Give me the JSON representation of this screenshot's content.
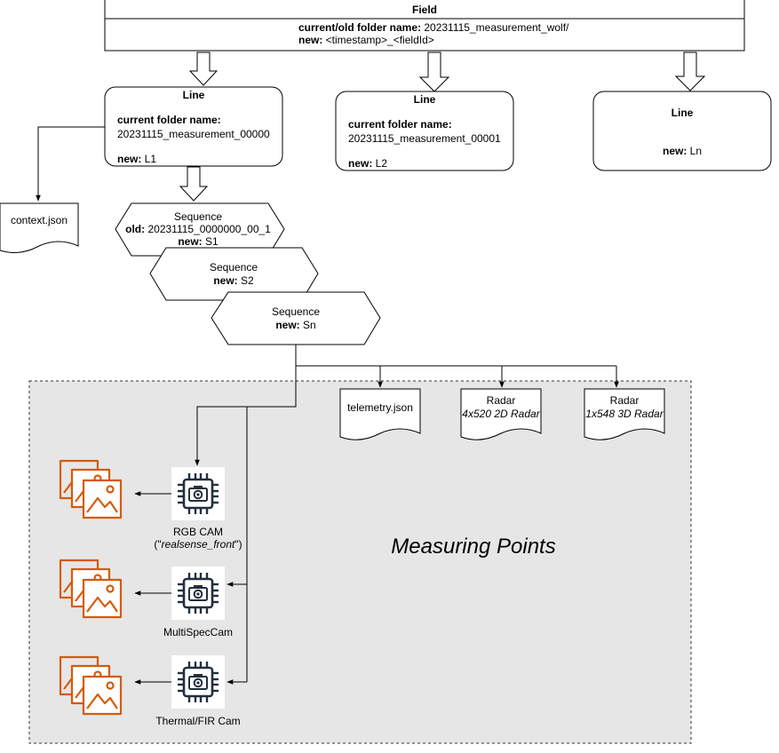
{
  "field": {
    "title": "Field",
    "old_label": "current/old folder name:",
    "old_value": " 20231115_measurement_wolf/",
    "new_label": "new:",
    "new_value": " <timestamp>_<fieldId>"
  },
  "lines": [
    {
      "title": "Line",
      "current_label": "current folder name:",
      "current_value": "20231115_measurement_00000",
      "new_label": "new:",
      "new_value": " L1"
    },
    {
      "title": "Line",
      "current_label": "current folder name:",
      "current_value": "20231115_measurement_00001",
      "new_label": "new:",
      "new_value": " L2"
    },
    {
      "title": "Line",
      "new_label": "new:",
      "new_value": " Ln"
    }
  ],
  "context_doc": "context.json",
  "sequences": [
    {
      "title": "Sequence",
      "old_label": "old:",
      "old_value": " 20231115_0000000_00_1",
      "new_label": "new:",
      "new_value": " S1"
    },
    {
      "title": "Sequence",
      "new_label": "new:",
      "new_value": " S2"
    },
    {
      "title": "Sequence",
      "new_label": "new:",
      "new_value": " Sn"
    }
  ],
  "measuring_points": {
    "title": "Measuring Points",
    "telemetry": "telemetry.json",
    "radars": [
      {
        "title": "Radar",
        "subtitle": "4x520 2D Radar"
      },
      {
        "title": "Radar",
        "subtitle": "1x548 3D Radar"
      }
    ],
    "cameras": [
      {
        "label": "RGB CAM",
        "sublabel_prefix": "(\"",
        "sublabel_italic": "realsense_front",
        "sublabel_suffix": "\")"
      },
      {
        "label": "MultiSpecCam"
      },
      {
        "label": "Thermal/FIR Cam"
      }
    ]
  },
  "icons": {
    "camera": "camera-chip-icon",
    "images": "image-stack-icon"
  },
  "colors": {
    "region_fill": "#e6e6e6",
    "icon_orange": "#d45b07",
    "icon_dark": "#232f3e"
  }
}
